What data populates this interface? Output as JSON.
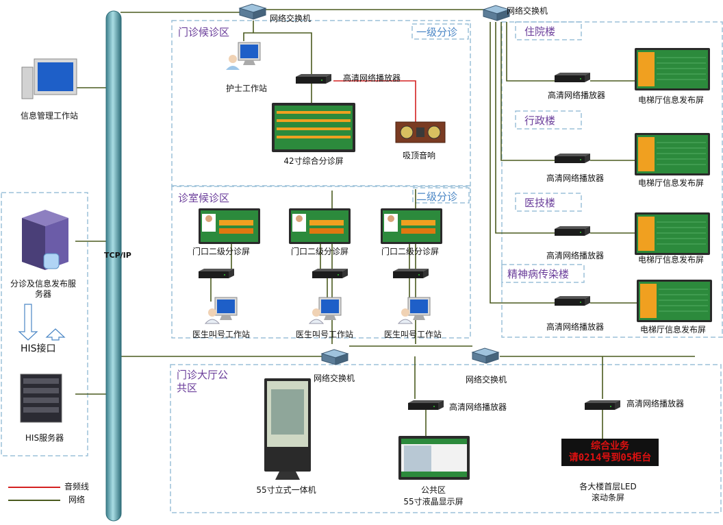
{
  "backbone": {
    "label": "TCP/IP"
  },
  "left": {
    "info_ws": "信息管理工作站",
    "server": "分诊及信息发布服务器",
    "his_interface": "HIS接口",
    "his_server": "HIS服务器"
  },
  "outpatient": {
    "zone": "门诊候诊区",
    "level": "一级分诊",
    "nurse": "护士工作站",
    "player": "高清网络播放器",
    "screen42": "42寸综合分诊屏",
    "speaker": "吸顶音响"
  },
  "clinic": {
    "zone": "诊室候诊区",
    "level": "二级分诊",
    "screen": "门口二级分诊屏",
    "doctor": "医生叫号工作站"
  },
  "buildings": {
    "items": [
      {
        "name": "住院楼",
        "player": "高清网络播放器",
        "screen": "电梯厅信息发布屏"
      },
      {
        "name": "行政楼",
        "player": "高清网络播放器",
        "screen": "电梯厅信息发布屏"
      },
      {
        "name": "医技楼",
        "player": "高清网络播放器",
        "screen": "电梯厅信息发布屏"
      },
      {
        "name": "精神病传染楼",
        "player": "高清网络播放器",
        "screen": "电梯厅信息发布屏"
      }
    ]
  },
  "switch": "网络交换机",
  "hall": {
    "zone": "门诊大厅公共区",
    "kiosk": "55寸立式一体机",
    "player": "高清网络播放器",
    "public_l1": "公共区",
    "public_l2": "55寸液晶显示屏",
    "led_line1": "综合业务",
    "led_line2": "请0214号到05柜台",
    "led_caption_l1": "各大楼首层LED",
    "led_caption_l2": "滚动条屏"
  },
  "legend": {
    "audio": "音频线",
    "network": "网络",
    "audio_color": "#d42020",
    "network_color": "#4a5a1e"
  }
}
